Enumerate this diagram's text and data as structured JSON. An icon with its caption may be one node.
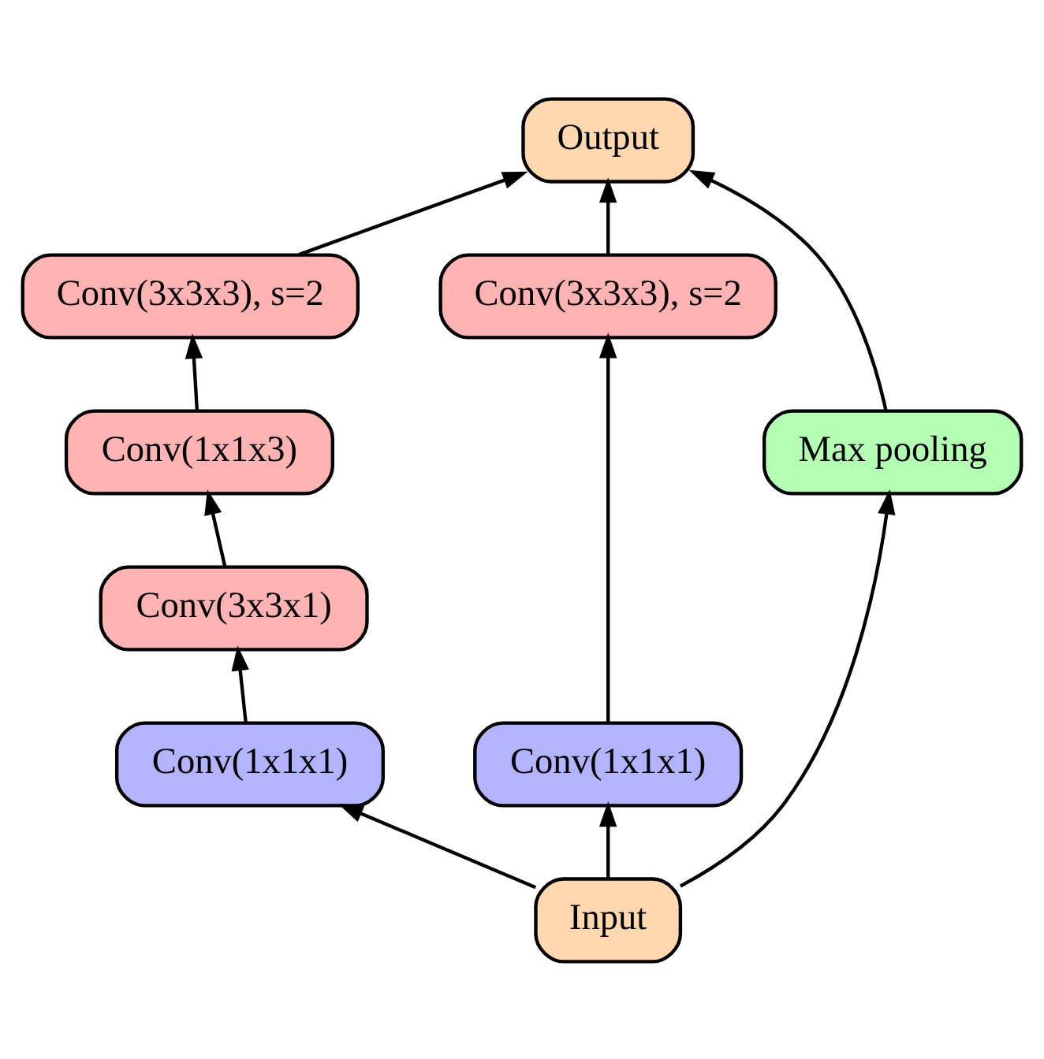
{
  "diagram": {
    "nodes": [
      {
        "text": [
          "Output"
        ]
      },
      {
        "text": [
          "Conv(3x3x3), s=2"
        ]
      },
      {
        "text": [
          "Conv(1x1x3)"
        ]
      },
      {
        "text": [
          "Conv(3x3x1)"
        ]
      },
      {
        "text": [
          "Conv(3x3x3), s=2"
        ]
      },
      {
        "text": [
          "Conv(1x1x1)"
        ]
      },
      {
        "text": [
          "Conv(1x1x1)"
        ]
      },
      {
        "text": [
          "Max pooling"
        ]
      },
      {
        "text": [
          "Input"
        ]
      }
    ],
    "edges": [
      {
        "from": 8,
        "to": 5,
        "arrow": "to"
      },
      {
        "from": 8,
        "to": 6,
        "arrow": "to"
      },
      {
        "from": 8,
        "to": 7,
        "arrow": "to"
      },
      {
        "from": 5,
        "to": 3,
        "arrow": "to"
      },
      {
        "from": 3,
        "to": 2,
        "arrow": "to"
      },
      {
        "from": 2,
        "to": 1,
        "arrow": "to"
      },
      {
        "from": 1,
        "to": 0,
        "arrow": "to"
      },
      {
        "from": 6,
        "to": 4,
        "arrow": "to"
      },
      {
        "from": 4,
        "to": 0,
        "arrow": "to"
      },
      {
        "from": 7,
        "to": 0,
        "arrow": "to"
      }
    ]
  }
}
